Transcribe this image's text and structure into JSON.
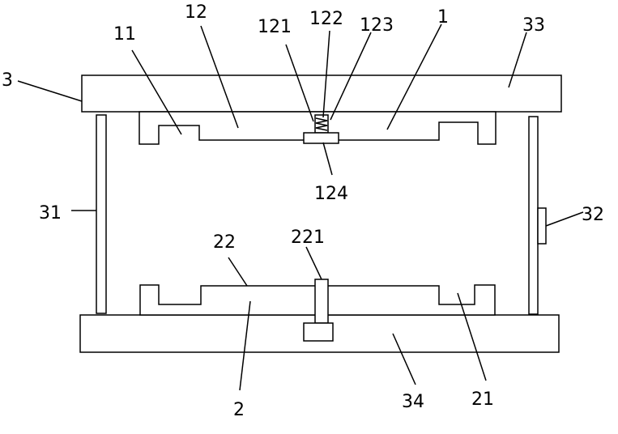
{
  "labels": {
    "l3": "3",
    "l11": "11",
    "l12": "12",
    "l121": "121",
    "l122": "122",
    "l123": "123",
    "l1": "1",
    "l33": "33",
    "l124": "124",
    "l31": "31",
    "l32": "32",
    "l22": "22",
    "l221": "221",
    "l2": "2",
    "l34": "34",
    "l21": "21"
  }
}
